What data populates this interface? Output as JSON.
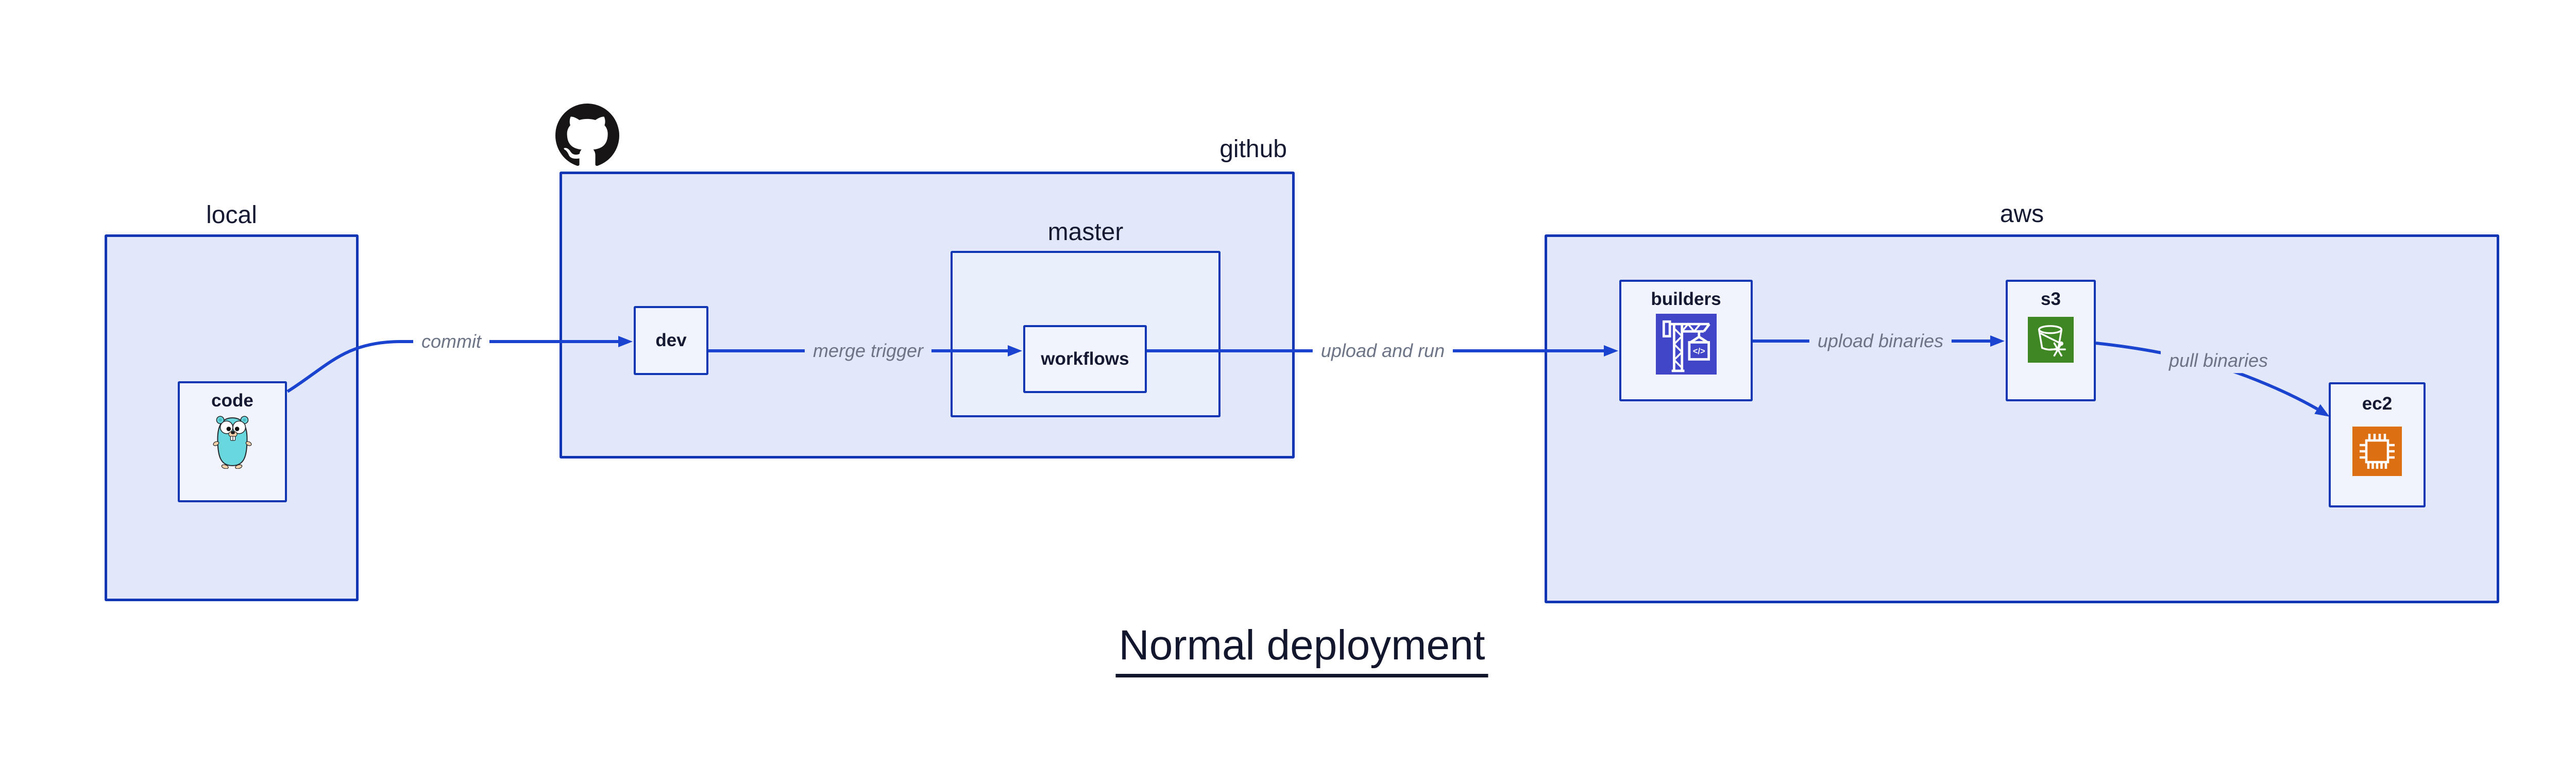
{
  "diagram": {
    "title": "Normal deployment",
    "groups": {
      "local": {
        "label": "local"
      },
      "github": {
        "label": "github"
      },
      "master": {
        "label": "master"
      },
      "aws": {
        "label": "aws"
      }
    },
    "nodes": {
      "code": {
        "label": "code",
        "icon": "go-gopher-icon"
      },
      "dev": {
        "label": "dev"
      },
      "workflows": {
        "label": "workflows"
      },
      "builders": {
        "label": "builders",
        "icon": "aws-codebuild-crane-icon",
        "icon_bg": "#4146c8",
        "icon_glyph": "</>"
      },
      "s3": {
        "label": "s3",
        "icon": "aws-s3-glacier-bucket-icon",
        "icon_bg": "#3f8624"
      },
      "ec2": {
        "label": "ec2",
        "icon": "aws-ec2-chip-icon",
        "icon_bg": "#dd6f13"
      }
    },
    "edges": {
      "commit": {
        "label": "commit",
        "from": "code",
        "to": "dev"
      },
      "merge_trigger": {
        "label": "merge trigger",
        "from": "dev",
        "to": "workflows"
      },
      "upload_and_run": {
        "label": "upload and run",
        "from": "workflows",
        "to": "builders"
      },
      "upload_binaries": {
        "label": "upload binaries",
        "from": "builders",
        "to": "s3"
      },
      "pull_binaries": {
        "label": "pull binaries",
        "from": "s3",
        "to": "ec2"
      }
    },
    "icons": {
      "logo": "github-octocat-icon"
    },
    "colors": {
      "box_border": "#1136b4",
      "arrow": "#1a43cf",
      "group_fill": "#e2e8fa",
      "master_fill": "#eaeffc",
      "node_fill": "#f1f4fd",
      "label_text": "#151a32",
      "edge_label_text": "#6d7485",
      "github_logo": "#171515",
      "codebuild_bg": "#4146c8",
      "s3_bg": "#3f8624",
      "ec2_bg": "#dd6f13",
      "gopher_body": "#68d7de",
      "gopher_skin": "#f5d0a9"
    }
  }
}
